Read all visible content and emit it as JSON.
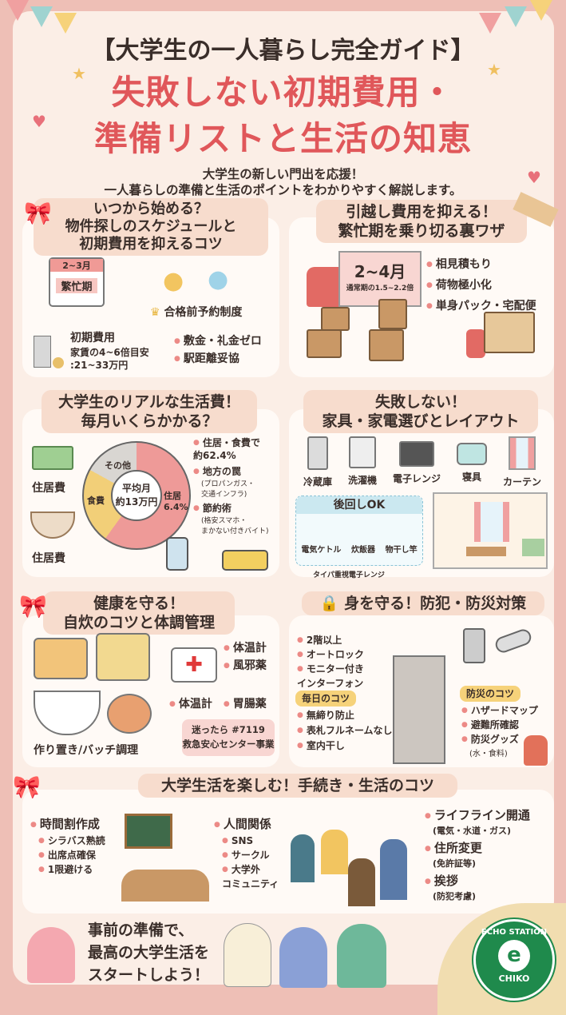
{
  "header": {
    "top": "【大学生の一人暮らし完全ガイド】",
    "title1": "失敗しない初期費用・",
    "title2": "準備リストと生活の知恵",
    "sub1": "大学生の新しい門出を応援！",
    "sub2": "一人暮らしの準備と生活のポイントをわかりやすく解説します。"
  },
  "s1": {
    "title": "いつから始める？\n物件探しのスケジュールと\n初期費用を抑えるコツ",
    "cal_month": "2~3月",
    "cal_label": "繁忙期",
    "reserve": "合格前予約制度",
    "cost_title": "初期費用",
    "cost_line1": "家賃の4~6倍目安",
    "cost_line2": ":21~33万円",
    "bullets": [
      "敷金・礼金ゼロ",
      "駅距離妥協"
    ]
  },
  "s2": {
    "title": "引越し費用を抑える！\n繁忙期を乗り切る裏ワザ",
    "truck_month": "2~4月",
    "truck_note": "通常期の1.5~2.2倍",
    "bullets": [
      "相見積もり",
      "荷物極小化",
      "単身パック・宅配便"
    ]
  },
  "s3": {
    "title": "大学生のリアルな生活費！\n毎月いくらかかる？",
    "label_money": "住居費",
    "label_food": "住居費",
    "donut_center1": "平均月",
    "donut_center2": "約13万円",
    "seg_other": "その他",
    "seg_food": "食費",
    "seg_house": "住居\n6.4%",
    "bullets": [
      {
        "h": "住居・食費で\n約62.4%"
      },
      {
        "h": "地方の罠",
        "n": "(プロパンガス・\n交通インフラ)"
      },
      {
        "h": "節約術",
        "n": "(格安スマホ・\nまかない付きバイト)"
      }
    ]
  },
  "s4": {
    "title": "失敗しない！\n家具・家電選びとレイアウト",
    "items": [
      "冷蔵庫",
      "洗濯機",
      "電子レンジ",
      "寝具",
      "カーテン"
    ],
    "later_title": "後回しOK",
    "later_items": [
      "電気ケトル",
      "炊飯器",
      "物干し竿"
    ],
    "note": "タイパ重視電子レンジ"
  },
  "s5": {
    "title": "健康を守る！\n自炊のコツと体調管理",
    "meal": "作り置き/バッチ調理",
    "bullets_right": [
      "体温計",
      "風邪薬"
    ],
    "bullets_bottom": [
      "体温計",
      "胃腸薬"
    ],
    "emergency": "迷ったら #7119\n救急安心センター事業"
  },
  "s6": {
    "title": "身を守る！防犯・防災対策",
    "left_bullets": [
      "2階以上",
      "オートロック",
      "モニター付き\nインターフォン"
    ],
    "daily_title": "毎日のコツ",
    "daily": [
      "無締り防止",
      "表札フルネームなし",
      "室内干し"
    ],
    "disaster_title": "防災のコツ",
    "disaster": [
      "ハザードマップ",
      "避難所確認",
      "防災グッズ"
    ],
    "disaster_note": "(水・食料)"
  },
  "s7": {
    "title": "大学生活を楽しむ！手続き・生活のコツ",
    "col1_title": "時間割作成",
    "col1": [
      "シラバス熟読",
      "出席点確保",
      "1限避ける"
    ],
    "col2_title": "人間関係",
    "col2": [
      "SNS",
      "サークル",
      "大学外\nコミュニティ"
    ],
    "col3": [
      {
        "h": "ライフライン開通",
        "n": "(電気・水道・ガス)"
      },
      {
        "h": "住所変更",
        "n": "(免許証等)"
      },
      {
        "h": "挨拶",
        "n": "(防犯考慮)"
      }
    ]
  },
  "footer": {
    "message": "事前の準備で、\n最高の大学生活を\nスタートしよう！",
    "logo": "ECHO STATION CHIKO",
    "logo_top": "ECHO STATION",
    "logo_bottom": "CHIKO"
  },
  "colors": {
    "accent": "#e0575a",
    "logo": "#1f8a4c"
  }
}
